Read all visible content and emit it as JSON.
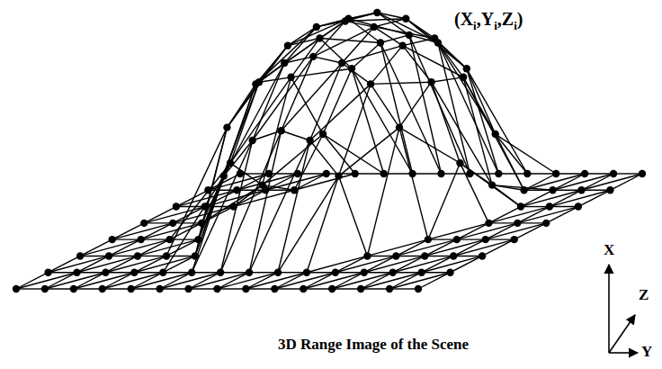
{
  "diagram": {
    "caption": "3D Range Image of the Scene",
    "labels": [
      "(Xi,Yi,Zi)",
      "X",
      "Z",
      "Y"
    ]
  }
}
